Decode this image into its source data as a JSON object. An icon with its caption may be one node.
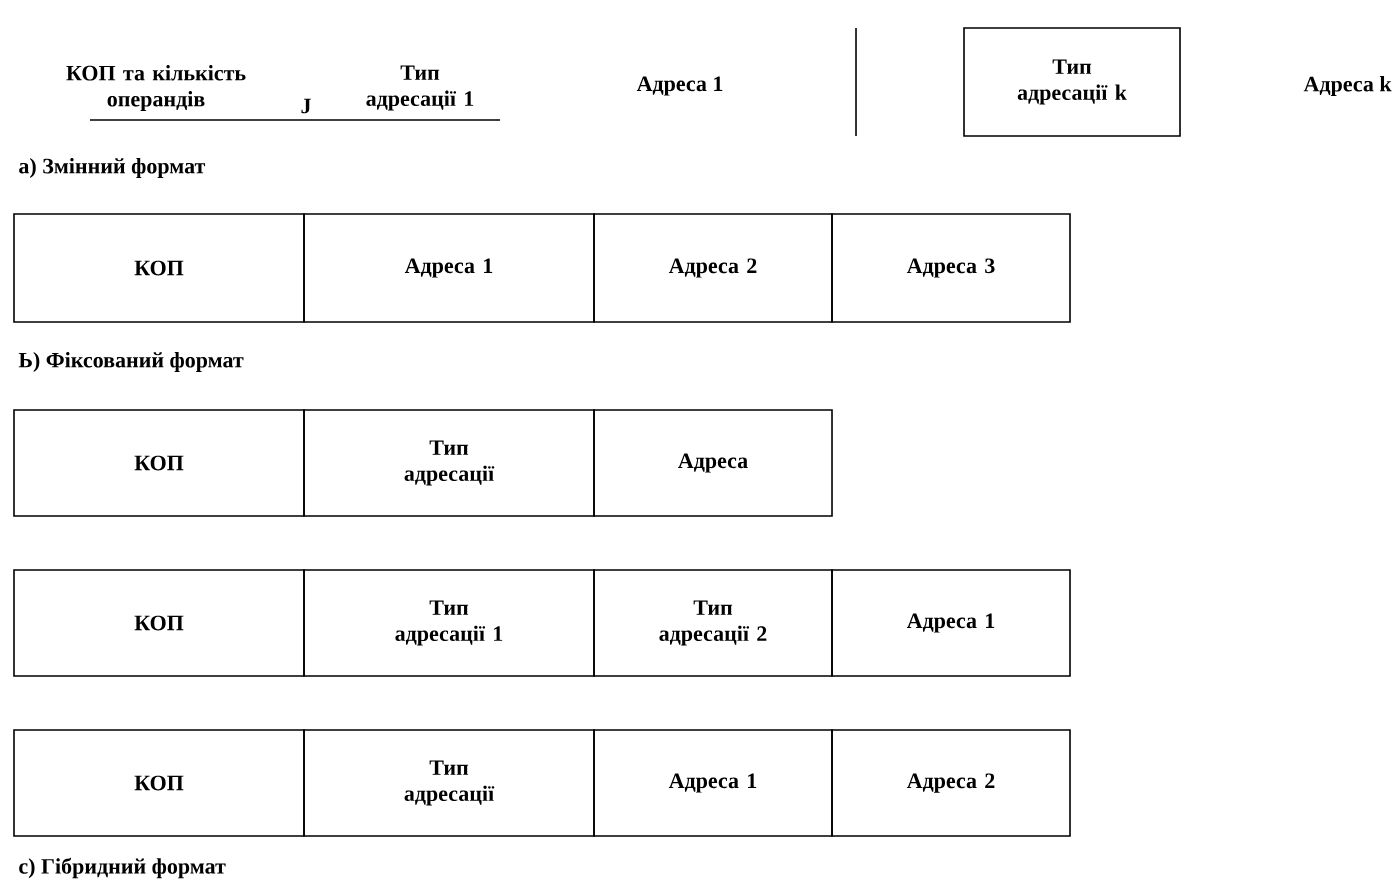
{
  "diagram": {
    "nodes": [
      {
        "text": [
          "Тип адресації k"
        ]
      },
      {
        "text": [
          "КОП"
        ]
      },
      {
        "text": [
          "Адреса 1"
        ]
      },
      {
        "text": [
          "Адреса 2"
        ]
      },
      {
        "text": [
          "Адреса 3"
        ]
      },
      {
        "text": [
          "КОП"
        ]
      },
      {
        "text": [
          "Тип адресації"
        ]
      },
      {
        "text": [
          "Адреса"
        ]
      },
      {
        "text": [
          "КОП"
        ]
      },
      {
        "text": [
          "Тип адресації 1"
        ]
      },
      {
        "text": [
          "Тип адресації 2"
        ]
      },
      {
        "text": [
          "Адреса 1"
        ]
      },
      {
        "text": [
          "КОП"
        ]
      },
      {
        "text": [
          "Тип адресації"
        ]
      },
      {
        "text": [
          "Адреса 1"
        ]
      },
      {
        "text": [
          "Адреса 2"
        ]
      }
    ],
    "labels": [
      "КОП та кількість операндів",
      "J",
      "Тип адресації 1",
      "Адреса 1",
      "Адреса k",
      "а) Змінний формат",
      "Ь) Фіксований формат",
      "с) Гібридний формат"
    ]
  }
}
